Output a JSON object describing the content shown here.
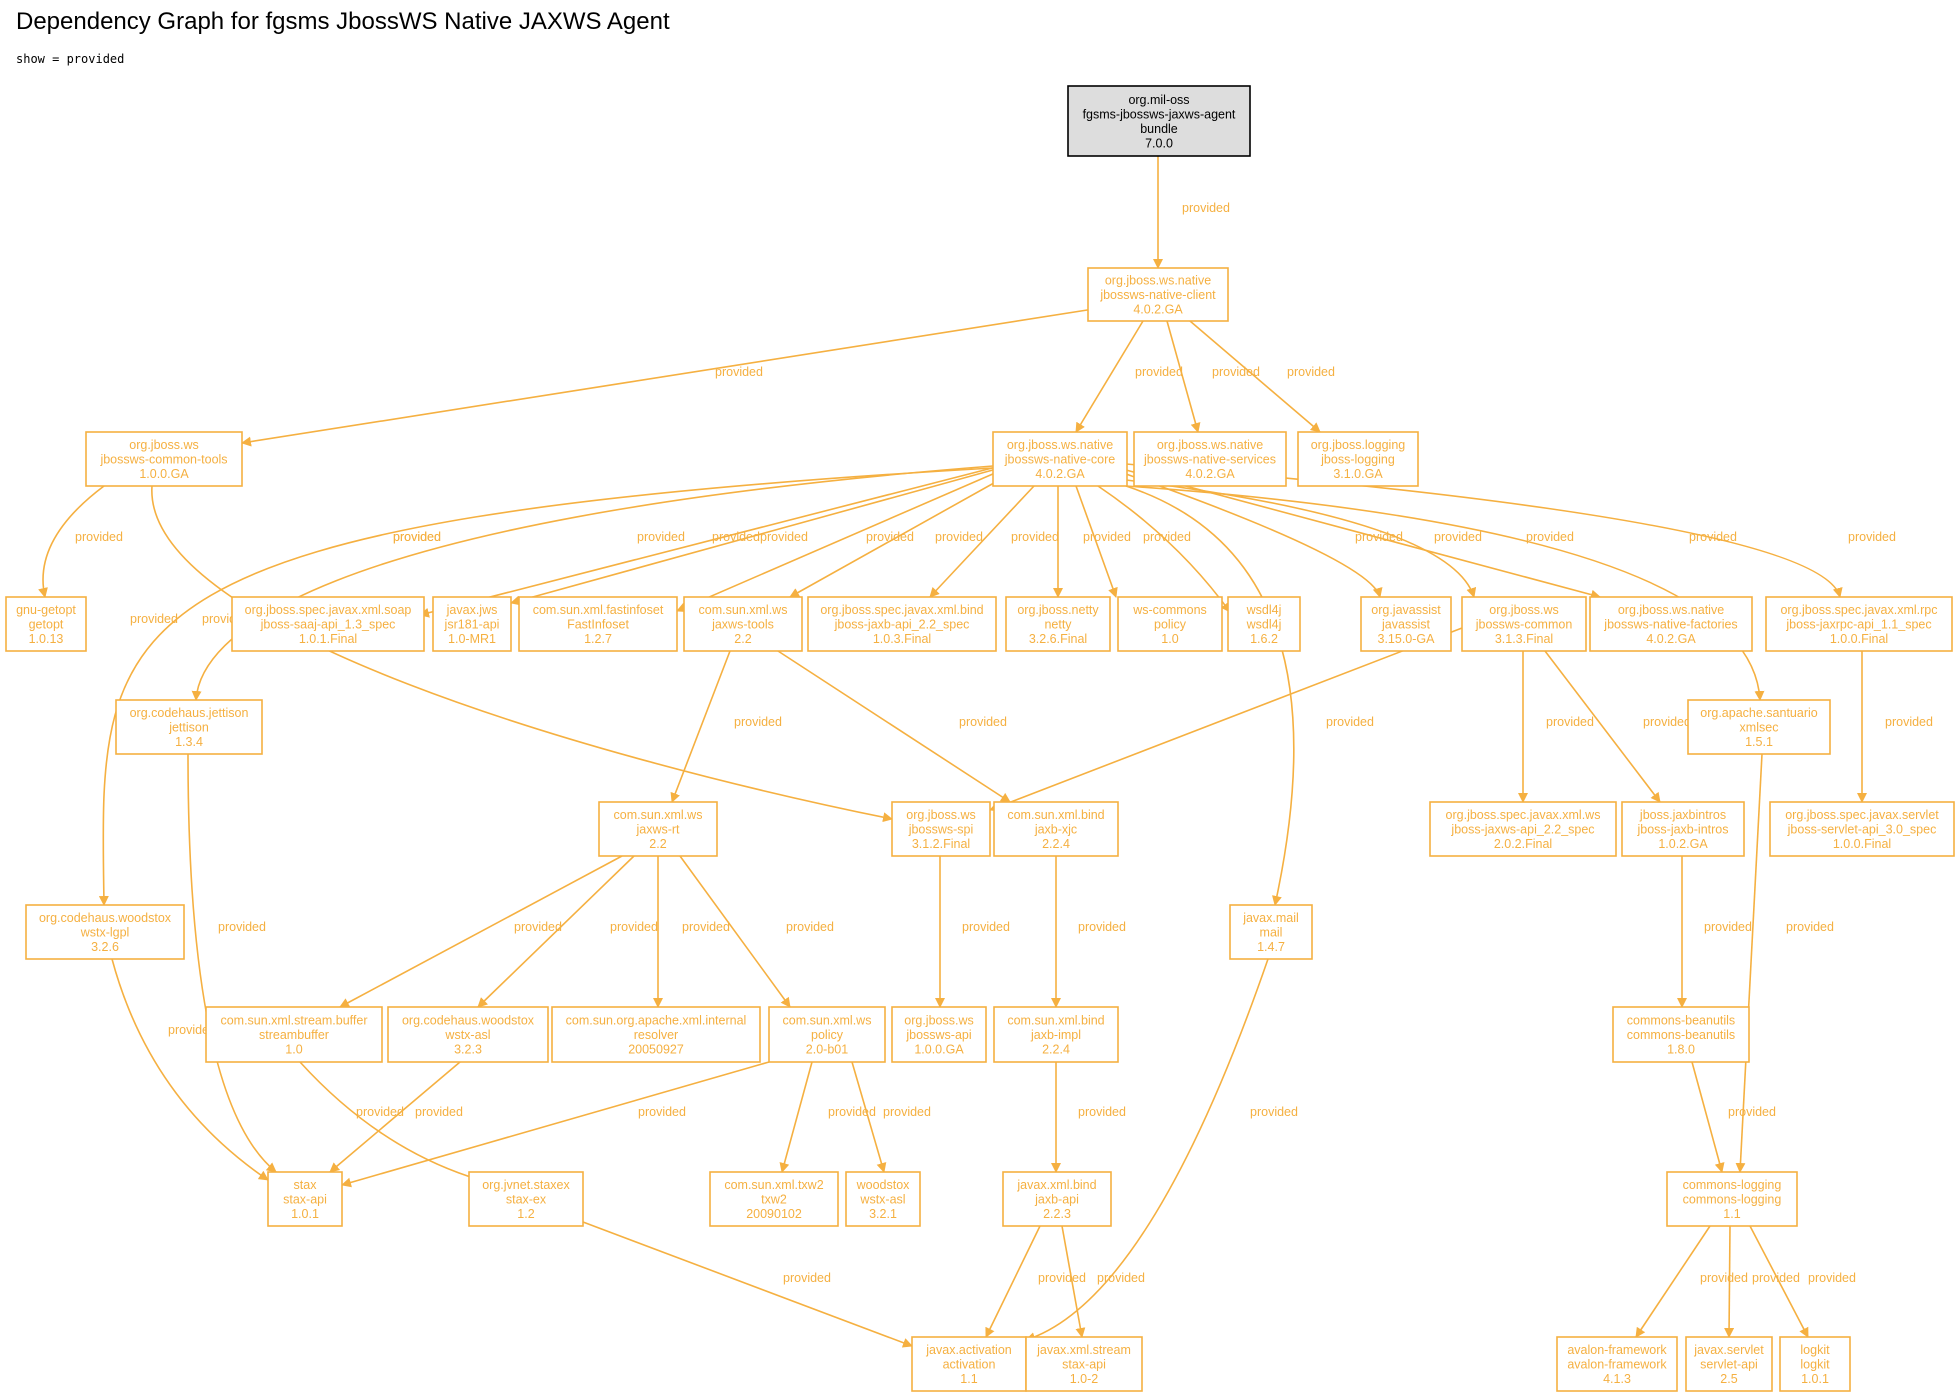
{
  "title": "Dependency Graph for fgsms JbossWS Native JAXWS Agent",
  "subtitle": "show = provided",
  "colors": {
    "edge": "#f5b041",
    "root_fill": "#dddddd",
    "root_stroke": "#000000",
    "node_text": "#f5b041"
  },
  "edge_label": "provided",
  "nodes": [
    {
      "id": "root",
      "lines": [
        "org.mil-oss",
        "fgsms-jbossws-jaxws-agent",
        "bundle",
        "7.0.0"
      ],
      "root": true
    },
    {
      "id": "client",
      "lines": [
        "org.jboss.ws.native",
        "jbossws-native-client",
        "4.0.2.GA"
      ]
    },
    {
      "id": "commontools",
      "lines": [
        "org.jboss.ws",
        "jbossws-common-tools",
        "1.0.0.GA"
      ]
    },
    {
      "id": "core",
      "lines": [
        "org.jboss.ws.native",
        "jbossws-native-core",
        "4.0.2.GA"
      ]
    },
    {
      "id": "services",
      "lines": [
        "org.jboss.ws.native",
        "jbossws-native-services",
        "4.0.2.GA"
      ]
    },
    {
      "id": "jbosslogging",
      "lines": [
        "org.jboss.logging",
        "jboss-logging",
        "3.1.0.GA"
      ]
    },
    {
      "id": "getopt",
      "lines": [
        "gnu-getopt",
        "getopt",
        "1.0.13"
      ]
    },
    {
      "id": "saaj",
      "lines": [
        "org.jboss.spec.javax.xml.soap",
        "jboss-saaj-api_1.3_spec",
        "1.0.1.Final"
      ]
    },
    {
      "id": "jsr181",
      "lines": [
        "javax.jws",
        "jsr181-api",
        "1.0-MR1"
      ]
    },
    {
      "id": "fastinfoset",
      "lines": [
        "com.sun.xml.fastinfoset",
        "FastInfoset",
        "1.2.7"
      ]
    },
    {
      "id": "jaxwstools",
      "lines": [
        "com.sun.xml.ws",
        "jaxws-tools",
        "2.2"
      ]
    },
    {
      "id": "jaxbapispec",
      "lines": [
        "org.jboss.spec.javax.xml.bind",
        "jboss-jaxb-api_2.2_spec",
        "1.0.3.Final"
      ]
    },
    {
      "id": "netty",
      "lines": [
        "org.jboss.netty",
        "netty",
        "3.2.6.Final"
      ]
    },
    {
      "id": "policy10",
      "lines": [
        "ws-commons",
        "policy",
        "1.0"
      ]
    },
    {
      "id": "wsdl4j",
      "lines": [
        "wsdl4j",
        "wsdl4j",
        "1.6.2"
      ]
    },
    {
      "id": "javassist",
      "lines": [
        "org.javassist",
        "javassist",
        "3.15.0-GA"
      ]
    },
    {
      "id": "wscommon",
      "lines": [
        "org.jboss.ws",
        "jbossws-common",
        "3.1.3.Final"
      ]
    },
    {
      "id": "factories",
      "lines": [
        "org.jboss.ws.native",
        "jbossws-native-factories",
        "4.0.2.GA"
      ]
    },
    {
      "id": "jaxrpc",
      "lines": [
        "org.jboss.spec.javax.xml.rpc",
        "jboss-jaxrpc-api_1.1_spec",
        "1.0.0.Final"
      ]
    },
    {
      "id": "jettison",
      "lines": [
        "org.codehaus.jettison",
        "jettison",
        "1.3.4"
      ]
    },
    {
      "id": "xmlsec",
      "lines": [
        "org.apache.santuario",
        "xmlsec",
        "1.5.1"
      ]
    },
    {
      "id": "jaxwsrt",
      "lines": [
        "com.sun.xml.ws",
        "jaxws-rt",
        "2.2"
      ]
    },
    {
      "id": "spi",
      "lines": [
        "org.jboss.ws",
        "jbossws-spi",
        "3.1.2.Final"
      ]
    },
    {
      "id": "jaxbxjc",
      "lines": [
        "com.sun.xml.bind",
        "jaxb-xjc",
        "2.2.4"
      ]
    },
    {
      "id": "jaxwsapispec",
      "lines": [
        "org.jboss.spec.javax.xml.ws",
        "jboss-jaxws-api_2.2_spec",
        "2.0.2.Final"
      ]
    },
    {
      "id": "jaxbintros",
      "lines": [
        "jboss.jaxbintros",
        "jboss-jaxb-intros",
        "1.0.2.GA"
      ]
    },
    {
      "id": "servletspec",
      "lines": [
        "org.jboss.spec.javax.servlet",
        "jboss-servlet-api_3.0_spec",
        "1.0.0.Final"
      ]
    },
    {
      "id": "wstxlgpl",
      "lines": [
        "org.codehaus.woodstox",
        "wstx-lgpl",
        "3.2.6"
      ]
    },
    {
      "id": "mail",
      "lines": [
        "javax.mail",
        "mail",
        "1.4.7"
      ]
    },
    {
      "id": "streambuffer",
      "lines": [
        "com.sun.xml.stream.buffer",
        "streambuffer",
        "1.0"
      ]
    },
    {
      "id": "wstxasl323",
      "lines": [
        "org.codehaus.woodstox",
        "wstx-asl",
        "3.2.3"
      ]
    },
    {
      "id": "resolver",
      "lines": [
        "com.sun.org.apache.xml.internal",
        "resolver",
        "20050927"
      ]
    },
    {
      "id": "policy20",
      "lines": [
        "com.sun.xml.ws",
        "policy",
        "2.0-b01"
      ]
    },
    {
      "id": "wsapi",
      "lines": [
        "org.jboss.ws",
        "jbossws-api",
        "1.0.0.GA"
      ]
    },
    {
      "id": "jaxbimpl",
      "lines": [
        "com.sun.xml.bind",
        "jaxb-impl",
        "2.2.4"
      ]
    },
    {
      "id": "beanutils",
      "lines": [
        "commons-beanutils",
        "commons-beanutils",
        "1.8.0"
      ]
    },
    {
      "id": "staxapi101",
      "lines": [
        "stax",
        "stax-api",
        "1.0.1"
      ]
    },
    {
      "id": "staxex",
      "lines": [
        "org.jvnet.staxex",
        "stax-ex",
        "1.2"
      ]
    },
    {
      "id": "txw2",
      "lines": [
        "com.sun.xml.txw2",
        "txw2",
        "20090102"
      ]
    },
    {
      "id": "wstxasl321",
      "lines": [
        "woodstox",
        "wstx-asl",
        "3.2.1"
      ]
    },
    {
      "id": "jaxbapi",
      "lines": [
        "javax.xml.bind",
        "jaxb-api",
        "2.2.3"
      ]
    },
    {
      "id": "commonslogging",
      "lines": [
        "commons-logging",
        "commons-logging",
        "1.1"
      ]
    },
    {
      "id": "activation",
      "lines": [
        "javax.activation",
        "activation",
        "1.1"
      ]
    },
    {
      "id": "staxapi102",
      "lines": [
        "javax.xml.stream",
        "stax-api",
        "1.0-2"
      ]
    },
    {
      "id": "avalon",
      "lines": [
        "avalon-framework",
        "avalon-framework",
        "4.1.3"
      ]
    },
    {
      "id": "servletapi",
      "lines": [
        "javax.servlet",
        "servlet-api",
        "2.5"
      ]
    },
    {
      "id": "logkit",
      "lines": [
        "logkit",
        "logkit",
        "1.0.1"
      ]
    }
  ],
  "edges": [
    [
      "root",
      "client"
    ],
    [
      "client",
      "commontools"
    ],
    [
      "client",
      "core"
    ],
    [
      "client",
      "services"
    ],
    [
      "client",
      "jbosslogging"
    ],
    [
      "commontools",
      "getopt"
    ],
    [
      "commontools",
      "spi"
    ],
    [
      "core",
      "saaj"
    ],
    [
      "core",
      "jsr181"
    ],
    [
      "core",
      "fastinfoset"
    ],
    [
      "core",
      "jaxwstools"
    ],
    [
      "core",
      "jaxbapispec"
    ],
    [
      "core",
      "netty"
    ],
    [
      "core",
      "policy10"
    ],
    [
      "core",
      "wsdl4j"
    ],
    [
      "core",
      "javassist"
    ],
    [
      "core",
      "wscommon"
    ],
    [
      "core",
      "factories"
    ],
    [
      "core",
      "jaxrpc"
    ],
    [
      "core",
      "jettison"
    ],
    [
      "core",
      "xmlsec"
    ],
    [
      "core",
      "wstxlgpl"
    ],
    [
      "core",
      "mail"
    ],
    [
      "jaxwstools",
      "jaxwsrt"
    ],
    [
      "jaxwstools",
      "jaxbxjc"
    ],
    [
      "wscommon",
      "spi"
    ],
    [
      "wscommon",
      "jaxwsapispec"
    ],
    [
      "wscommon",
      "jaxbintros"
    ],
    [
      "jaxrpc",
      "servletspec"
    ],
    [
      "xmlsec",
      "commonslogging"
    ],
    [
      "jettison",
      "staxapi101"
    ],
    [
      "wstxlgpl",
      "staxapi101"
    ],
    [
      "jaxwsrt",
      "streambuffer"
    ],
    [
      "jaxwsrt",
      "wstxasl323"
    ],
    [
      "jaxwsrt",
      "resolver"
    ],
    [
      "jaxwsrt",
      "policy20"
    ],
    [
      "spi",
      "wsapi"
    ],
    [
      "jaxbxjc",
      "jaxbimpl"
    ],
    [
      "jaxbintros",
      "beanutils"
    ],
    [
      "mail",
      "activation"
    ],
    [
      "streambuffer",
      "staxex"
    ],
    [
      "wstxasl323",
      "staxapi101"
    ],
    [
      "policy20",
      "staxapi101"
    ],
    [
      "policy20",
      "txw2"
    ],
    [
      "policy20",
      "wstxasl321"
    ],
    [
      "jaxbimpl",
      "jaxbapi"
    ],
    [
      "beanutils",
      "commonslogging"
    ],
    [
      "staxex",
      "activation"
    ],
    [
      "jaxbapi",
      "activation"
    ],
    [
      "jaxbapi",
      "staxapi102"
    ],
    [
      "commonslogging",
      "avalon"
    ],
    [
      "commonslogging",
      "servletapi"
    ],
    [
      "commonslogging",
      "logkit"
    ]
  ]
}
